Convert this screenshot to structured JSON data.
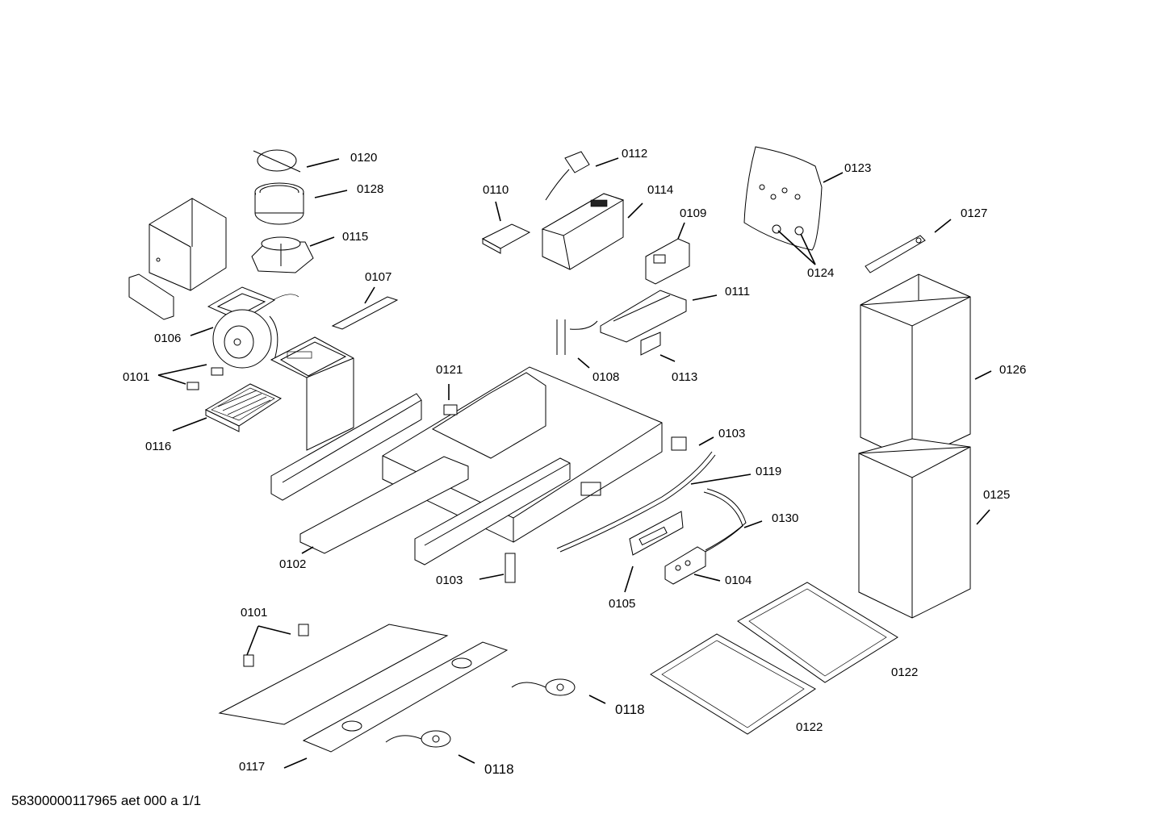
{
  "labels": {
    "p0120": "0120",
    "p0128": "0128",
    "p0115": "0115",
    "p0107": "0107",
    "p0106": "0106",
    "p0101a": "0101",
    "p0116": "0116",
    "p0121": "0121",
    "p0110": "0110",
    "p0112": "0112",
    "p0114": "0114",
    "p0109": "0109",
    "p0111": "0111",
    "p0108": "0108",
    "p0113": "0113",
    "p0123": "0123",
    "p0124": "0124",
    "p0127": "0127",
    "p0126": "0126",
    "p0125": "0125",
    "p0103a": "0103",
    "p0119": "0119",
    "p0130": "0130",
    "p0104": "0104",
    "p0105": "0105",
    "p0103b": "0103",
    "p0102": "0102",
    "p0101b": "0101",
    "p0117": "0117",
    "p0118a": "0118",
    "p0118b": "0118",
    "p0122a": "0122",
    "p0122b": "0122"
  },
  "footer": "58300000117965 aet 000 a 1/1"
}
